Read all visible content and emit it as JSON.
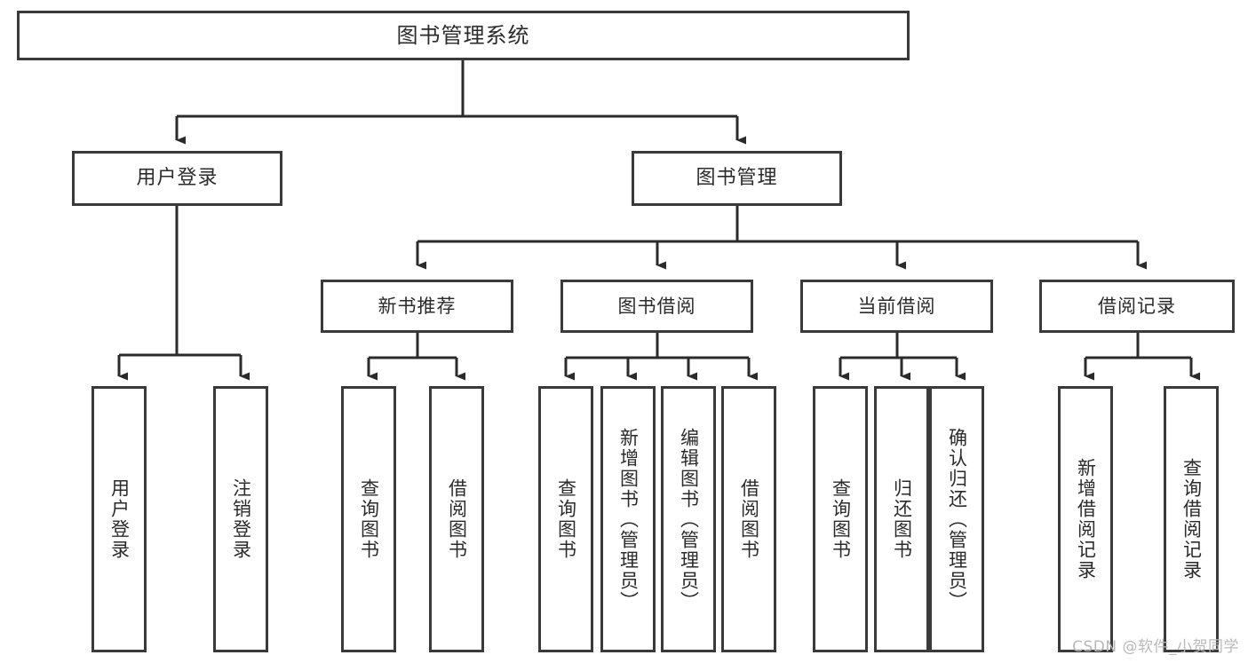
{
  "diagram": {
    "type": "tree-hierarchy",
    "root": {
      "id": "root",
      "label": "图书管理系统"
    },
    "level1": [
      {
        "id": "user-login",
        "label": "用户登录"
      },
      {
        "id": "book-management",
        "label": "图书管理"
      }
    ],
    "level2": [
      {
        "id": "new-book-recommend",
        "label": "新书推荐",
        "parent": "book-management"
      },
      {
        "id": "book-borrow",
        "label": "图书借阅",
        "parent": "book-management"
      },
      {
        "id": "current-borrow",
        "label": "当前借阅",
        "parent": "book-management"
      },
      {
        "id": "borrow-record",
        "label": "借阅记录",
        "parent": "book-management"
      }
    ],
    "leaves": {
      "user-login": [
        {
          "id": "leaf-user-login",
          "label": "用户登录"
        },
        {
          "id": "leaf-logout-login",
          "label": "注销登录"
        }
      ],
      "new-book-recommend": [
        {
          "id": "leaf-query-book-1",
          "label": "查询图书"
        },
        {
          "id": "leaf-borrow-book-1",
          "label": "借阅图书"
        }
      ],
      "book-borrow": [
        {
          "id": "leaf-query-book-2",
          "label": "查询图书"
        },
        {
          "id": "leaf-add-book",
          "label": "新增图书（管理员）"
        },
        {
          "id": "leaf-edit-book",
          "label": "编辑图书（管理员）"
        },
        {
          "id": "leaf-borrow-book-2",
          "label": "借阅图书"
        }
      ],
      "current-borrow": [
        {
          "id": "leaf-query-book-3",
          "label": "查询图书"
        },
        {
          "id": "leaf-return-book",
          "label": "归还图书"
        },
        {
          "id": "leaf-confirm-return",
          "label": "确认归还（管理员）"
        }
      ],
      "borrow-record": [
        {
          "id": "leaf-add-record",
          "label": "新增借阅记录"
        },
        {
          "id": "leaf-query-record",
          "label": "查询借阅记录"
        }
      ]
    }
  },
  "colors": {
    "box_border": "#3a3a3a",
    "box_fill": "#ffffff",
    "text": "#2b2b2b",
    "connector": "#2b2b2b",
    "watermark": "#b9b9b9"
  },
  "watermark": {
    "text": "CSDN @软件_小贺同学"
  }
}
